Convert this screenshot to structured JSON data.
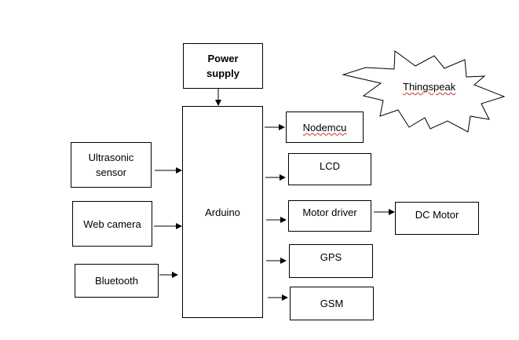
{
  "blocks": {
    "power_supply": "Power\nsupply",
    "arduino": "Arduino",
    "ultrasonic_sensor": "Ultrasonic\nsensor",
    "web_camera": "Web camera",
    "bluetooth": "Bluetooth",
    "nodemcu": "Nodemcu",
    "lcd": "LCD",
    "motor_driver": "Motor driver",
    "dc_motor": "DC Motor",
    "gps": "GPS",
    "gsm": "GSM",
    "thingspeak": "Thingspeak"
  }
}
